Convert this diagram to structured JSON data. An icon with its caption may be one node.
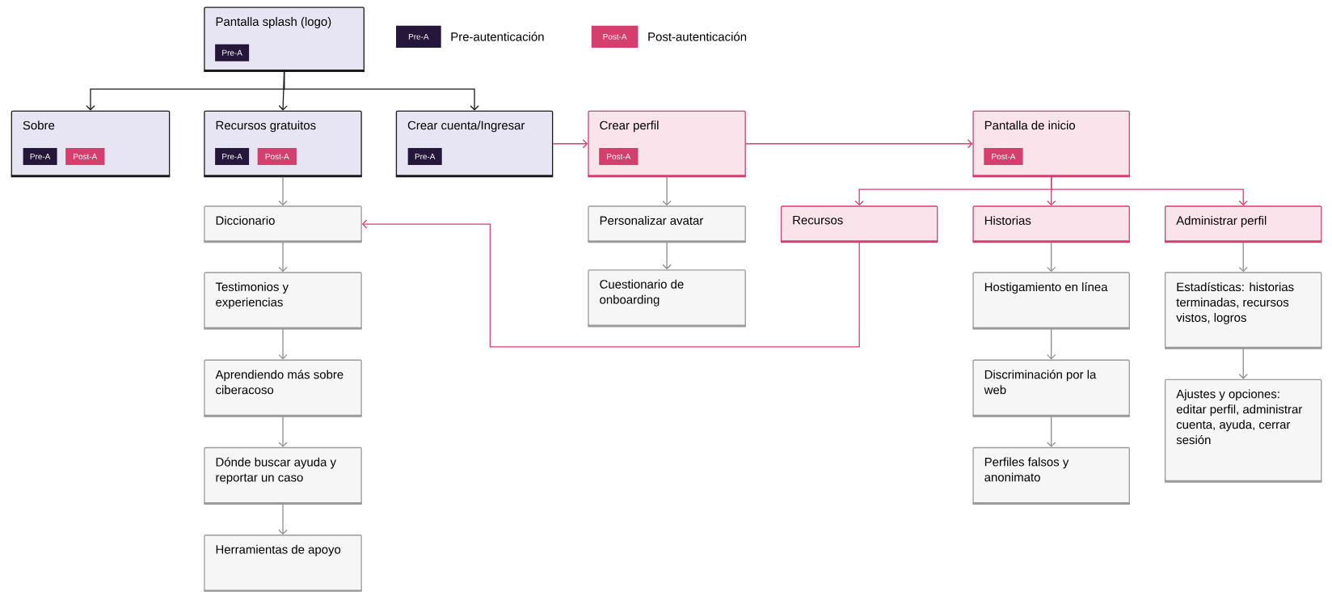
{
  "diagram": {
    "nodes": [
      {
        "text": [
          "Pantalla splash (logo)"
        ]
      },
      {
        "text": [
          "Pre-A"
        ],
        "in": 0
      },
      {
        "text": [
          "Sobre"
        ]
      },
      {
        "text": [
          "Pre-A"
        ],
        "in": 2
      },
      {
        "text": [
          "Post-A"
        ],
        "in": 2
      },
      {
        "text": [
          "Recursos gratuitos"
        ]
      },
      {
        "text": [
          "Pre-A"
        ],
        "in": 5
      },
      {
        "text": [
          "Post-A"
        ],
        "in": 5
      },
      {
        "text": [
          "Crear cuenta/Ingresar"
        ]
      },
      {
        "text": [
          "Pre-A"
        ],
        "in": 8
      },
      {
        "text": [
          "Crear perfil"
        ]
      },
      {
        "text": [
          "Post-A"
        ],
        "in": 10
      },
      {
        "text": [
          "Pantalla de inicio"
        ]
      },
      {
        "text": [
          "Post-A"
        ],
        "in": 12
      },
      {
        "text": [
          "Diccionario"
        ]
      },
      {
        "text": [
          "Personalizar avatar"
        ]
      },
      {
        "text": [
          "Recursos"
        ]
      },
      {
        "text": [
          "Historias"
        ]
      },
      {
        "text": [
          "Administrar perfil"
        ]
      },
      {
        "text": [
          "Testimonios y experiencias"
        ]
      },
      {
        "text": [
          "Cuestionario de onboarding"
        ]
      },
      {
        "text": [
          "Hostigamiento en línea"
        ]
      },
      {
        "text": [
          "Estadísticas: historias terminadas, recursos vistos, logros"
        ]
      },
      {
        "text": [
          "Aprendiendo más sobre ciberacoso"
        ]
      },
      {
        "text": [
          "Discriminación por la web"
        ]
      },
      {
        "text": [
          "Ajustes y opciones: editar perfil, administrar cuenta, ayuda, cerrar sesión"
        ]
      },
      {
        "text": [
          "Dónde buscar ayuda y reportar un caso"
        ]
      },
      {
        "text": [
          "Perfiles falsos y anonimato"
        ]
      },
      {
        "text": [
          "Herramientas de apoyo"
        ]
      }
    ],
    "edges": [
      {
        "from": 0,
        "to": 2,
        "arrow": "to",
        "color": "#1a1a1a"
      },
      {
        "from": 0,
        "to": 5,
        "arrow": "to",
        "color": "#1a1a1a"
      },
      {
        "from": 0,
        "to": 8,
        "arrow": "to",
        "color": "#1a1a1a"
      },
      {
        "from": 8,
        "to": 10,
        "arrow": "to",
        "color": "#d43f6e"
      },
      {
        "from": 10,
        "to": 12,
        "arrow": "to",
        "color": "#d43f6e"
      },
      {
        "from": 12,
        "to": 16,
        "arrow": "to",
        "color": "#d43f6e"
      },
      {
        "from": 12,
        "to": 17,
        "arrow": "to",
        "color": "#d43f6e"
      },
      {
        "from": 12,
        "to": 18,
        "arrow": "to",
        "color": "#d43f6e"
      },
      {
        "from": 16,
        "to": 14,
        "arrow": "to",
        "color": "#d43f6e"
      },
      {
        "from": 5,
        "to": 14,
        "arrow": "to"
      },
      {
        "from": 14,
        "to": 19,
        "arrow": "to"
      },
      {
        "from": 19,
        "to": 23,
        "arrow": "to"
      },
      {
        "from": 23,
        "to": 26,
        "arrow": "to"
      },
      {
        "from": 26,
        "to": 28,
        "arrow": "to"
      },
      {
        "from": 10,
        "to": 15,
        "arrow": "to"
      },
      {
        "from": 15,
        "to": 20,
        "arrow": "to"
      },
      {
        "from": 17,
        "to": 21,
        "arrow": "to"
      },
      {
        "from": 21,
        "to": 24,
        "arrow": "to"
      },
      {
        "from": 24,
        "to": 27,
        "arrow": "to"
      },
      {
        "from": 18,
        "to": 22,
        "arrow": "to"
      },
      {
        "from": 22,
        "to": 25,
        "arrow": "to"
      }
    ],
    "labels": [
      "Pre-A",
      "Post-A"
    ],
    "legend": [
      {
        "text": "Pre-autenticación",
        "color": "#24173a"
      },
      {
        "text": "Post-autenticación",
        "color": "#d43f6e"
      }
    ]
  }
}
